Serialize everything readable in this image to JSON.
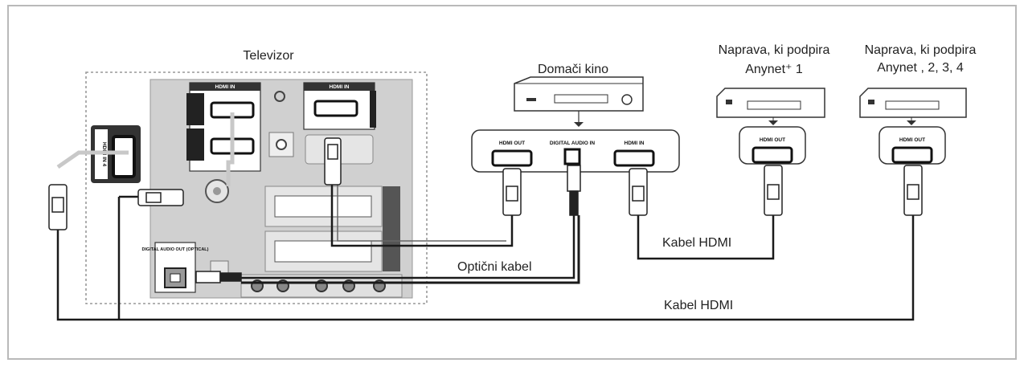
{
  "labels": {
    "tv": "Televizor",
    "home_theater": "Domači kino",
    "device1_line1": "Naprava, ki podpira",
    "device1_line2": "Anynet⁺ 1",
    "device2_line1": "Naprava, ki podpira",
    "device2_line2": "Anynet , 2, 3, 4",
    "cable_hdmi_1": "Kabel HDMI",
    "cable_optical": "Optični kabel",
    "cable_hdmi_2": "Kabel HDMI"
  },
  "ports": {
    "tv_hdmi_in_left": "HDMI IN",
    "tv_hdmi_in_right": "HDMI IN",
    "tv_hdmi_side": "HDMI IN 4",
    "tv_digital_audio": "DIGITAL AUDIO OUT (OPTICAL)",
    "ht_hdmi_out": "HDMI OUT",
    "ht_digital_audio_in": "DIGITAL AUDIO IN",
    "ht_hdmi_in": "HDMI IN",
    "dev1_hdmi_out": "HDMI OUT",
    "dev2_hdmi_out": "HDMI OUT"
  },
  "colors": {
    "frame": "#b9b9b9",
    "tv_panel": "#d2d2d2",
    "cable": "#1a1a1a",
    "cable_gray": "#c8c8c8"
  }
}
